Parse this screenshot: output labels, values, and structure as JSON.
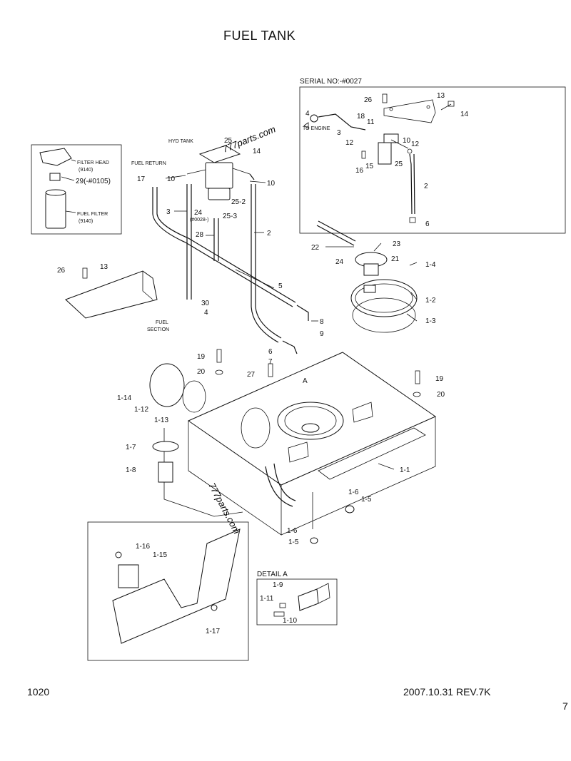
{
  "header": {
    "title": "FUEL TANK"
  },
  "footer": {
    "page_number": "1020",
    "revision": "2007.10.31  REV.7K",
    "corner": "7"
  },
  "watermark": "777parts.com",
  "inset_serial": {
    "heading": "SERIAL NO:-#0027",
    "to_engine": "TO ENGINE",
    "callouts": [
      "26",
      "13",
      "14",
      "4",
      "18",
      "11",
      "3",
      "12",
      "10",
      "12",
      "15",
      "16",
      "25",
      "2",
      "6"
    ]
  },
  "inset_filter": {
    "filter_head": "FILTER HEAD",
    "filter_head_code": "(9140)",
    "item29": "29(-#0105)",
    "fuel_filter": "FUEL FILTER",
    "fuel_filter_code": "(9140)"
  },
  "labels": {
    "hyd_tank": "HYD TANK",
    "fuel_return": "FUEL RETURN",
    "fuel_section_1": "FUEL",
    "fuel_section_2": "SECTION",
    "serial_0028": "(#0028-)",
    "detail_a": "DETAIL A",
    "a_mark": "A"
  },
  "callouts_main": [
    "25",
    "14",
    "10",
    "10",
    "17",
    "25-2",
    "24",
    "25-3",
    "3",
    "28",
    "2",
    "22",
    "23",
    "21",
    "24",
    "1-4",
    "26",
    "13",
    "1-2",
    "5",
    "30",
    "4",
    "1-3",
    "8",
    "9",
    "6",
    "19",
    "7",
    "20",
    "27",
    "19",
    "20",
    "1-14",
    "1-12",
    "1-13",
    "1-7",
    "1-8",
    "1-1",
    "1-6",
    "1-5",
    "1-6",
    "1-5",
    "1-16",
    "1-15",
    "1-17",
    "1-9",
    "1-11",
    "1-10"
  ]
}
